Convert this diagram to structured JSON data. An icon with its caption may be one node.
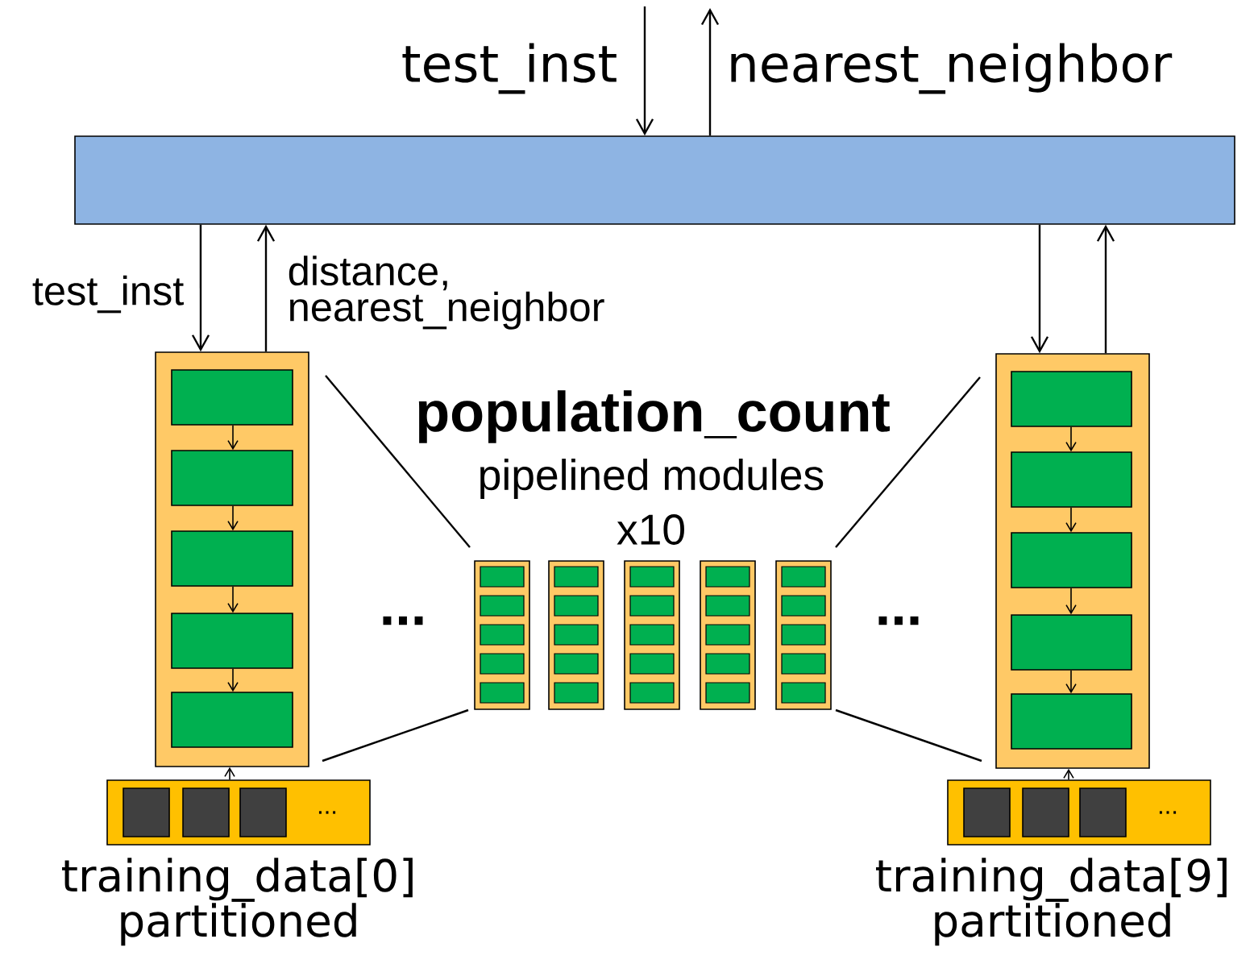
{
  "diagram": {
    "nodes": [
      {
        "text": [],
        "shape": "box"
      },
      {
        "text": [],
        "shape": "box"
      },
      {
        "text": [],
        "shape": "box",
        "in": 1
      },
      {
        "text": [],
        "shape": "box",
        "in": 1
      },
      {
        "text": [],
        "shape": "box",
        "in": 1
      },
      {
        "text": [],
        "shape": "box",
        "in": 1
      },
      {
        "text": [],
        "shape": "box",
        "in": 1
      },
      {
        "text": [
          "..."
        ],
        "beside": [
          "training_data[0] partitioned"
        ]
      },
      {
        "text": [],
        "shape": "box",
        "in": 7
      },
      {
        "text": [],
        "shape": "box",
        "in": 7
      },
      {
        "text": [],
        "shape": "box",
        "in": 7
      },
      {
        "text": [],
        "shape": "box"
      },
      {
        "text": [],
        "shape": "box",
        "in": 11
      },
      {
        "text": [],
        "shape": "box",
        "in": 11
      },
      {
        "text": [],
        "shape": "box",
        "in": 11
      },
      {
        "text": [],
        "shape": "box",
        "in": 11
      },
      {
        "text": [],
        "shape": "box",
        "in": 11
      },
      {
        "text": [],
        "shape": "box"
      },
      {
        "text": [],
        "shape": "box",
        "in": 17
      },
      {
        "text": [],
        "shape": "box",
        "in": 17
      },
      {
        "text": [],
        "shape": "box",
        "in": 17
      },
      {
        "text": [],
        "shape": "box",
        "in": 17
      },
      {
        "text": [],
        "shape": "box",
        "in": 17
      },
      {
        "text": [],
        "shape": "box"
      },
      {
        "text": [],
        "shape": "box",
        "in": 23
      },
      {
        "text": [],
        "shape": "box",
        "in": 23
      },
      {
        "text": [],
        "shape": "box",
        "in": 23
      },
      {
        "text": [],
        "shape": "box",
        "in": 23
      },
      {
        "text": [],
        "shape": "box",
        "in": 23
      },
      {
        "text": [],
        "shape": "box"
      },
      {
        "text": [],
        "shape": "box",
        "in": 29
      },
      {
        "text": [],
        "shape": "box",
        "in": 29
      },
      {
        "text": [],
        "shape": "box",
        "in": 29
      },
      {
        "text": [],
        "shape": "box",
        "in": 29
      },
      {
        "text": [],
        "shape": "box",
        "in": 29
      },
      {
        "text": [],
        "shape": "box"
      },
      {
        "text": [],
        "shape": "box",
        "in": 35
      },
      {
        "text": [],
        "shape": "box",
        "in": 35
      },
      {
        "text": [],
        "shape": "box",
        "in": 35
      },
      {
        "text": [],
        "shape": "box",
        "in": 35
      },
      {
        "text": [],
        "shape": "box",
        "in": 35
      },
      {
        "text": [],
        "shape": "box"
      },
      {
        "text": [],
        "shape": "box",
        "in": 41
      },
      {
        "text": [],
        "shape": "box",
        "in": 41
      },
      {
        "text": [],
        "shape": "box",
        "in": 41
      },
      {
        "text": [],
        "shape": "box",
        "in": 41
      },
      {
        "text": [],
        "shape": "box",
        "in": 41
      },
      {
        "text": [
          "..."
        ],
        "beside": [
          "training_data[9] partitioned"
        ]
      },
      {
        "text": [],
        "shape": "box",
        "in": 47
      },
      {
        "text": [],
        "shape": "box",
        "in": 47
      },
      {
        "text": [],
        "shape": "box",
        "in": 47
      }
    ],
    "edges": [
      {
        "from": null,
        "to": 0,
        "arrow": "to",
        "label": "test_inst"
      },
      {
        "from": 0,
        "to": null,
        "arrow": "to",
        "label": "nearest_neighbor"
      },
      {
        "from": 0,
        "to": 1,
        "arrow": "to",
        "label": "test_inst"
      },
      {
        "from": 1,
        "to": 0,
        "arrow": "to",
        "label": "distance, nearest_neighbor"
      },
      {
        "from": 0,
        "to": 41,
        "arrow": "to"
      },
      {
        "from": 41,
        "to": 0,
        "arrow": "to"
      },
      {
        "from": 2,
        "to": 3,
        "arrow": "to"
      },
      {
        "from": 3,
        "to": 4,
        "arrow": "to"
      },
      {
        "from": 4,
        "to": 5,
        "arrow": "to"
      },
      {
        "from": 5,
        "to": 6,
        "arrow": "to"
      },
      {
        "from": 7,
        "to": 1,
        "arrow": "to"
      },
      {
        "from": 42,
        "to": 43,
        "arrow": "to"
      },
      {
        "from": 43,
        "to": 44,
        "arrow": "to"
      },
      {
        "from": 44,
        "to": 45,
        "arrow": "to"
      },
      {
        "from": 45,
        "to": 46,
        "arrow": "to"
      },
      {
        "from": 47,
        "to": 41,
        "arrow": "to"
      }
    ],
    "labels": [
      "population_count",
      "pipelined modules",
      "x10",
      "...",
      "..."
    ]
  }
}
